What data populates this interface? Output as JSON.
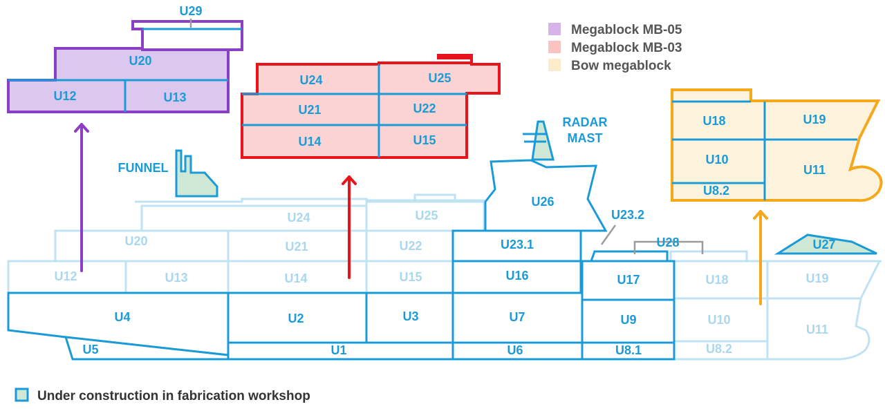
{
  "colors": {
    "blue": "#1a9bd7",
    "pale_blue": "#bfe3f3",
    "pale_text": "#a9d8ee",
    "purple": "#8a3fc4",
    "purple_fill": "#dcc8ee",
    "red": "#e8141b",
    "red_fill": "#fbd3d3",
    "orange": "#f5a81b",
    "orange_fill": "#fdf3dc",
    "green_fill": "#cfe8d6",
    "grey": "#9a9a9a"
  },
  "legend": {
    "items": [
      {
        "label": "Megablock MB-05",
        "color": "#d7b3ea"
      },
      {
        "label": "Megablock MB-03",
        "color": "#fbc2c2"
      },
      {
        "label": "Bow megablock",
        "color": "#fdeccb"
      }
    ]
  },
  "footer": {
    "label": "Under construction in fabrication workshop"
  },
  "labels": {
    "funnel": "FUNNEL",
    "radar_line1": "RADAR",
    "radar_line2": "MAST",
    "u29": "U29",
    "u23_2": "U23.2",
    "u28": "U28",
    "u27": "U27"
  },
  "units": {
    "mb05": [
      "U20",
      "U12",
      "U13"
    ],
    "mb03": [
      "U24",
      "U25",
      "U21",
      "U22",
      "U14",
      "U15"
    ],
    "bow": [
      "U18",
      "U19",
      "U10",
      "U11",
      "U8.2"
    ],
    "ship_pale": [
      "U24",
      "U25",
      "U20",
      "U21",
      "U22",
      "U12",
      "U13",
      "U14",
      "U15",
      "U18",
      "U19",
      "U10",
      "U11",
      "U8.2"
    ],
    "ship_blue": [
      "U26",
      "U23.1",
      "U16",
      "U17",
      "U4",
      "U2",
      "U3",
      "U7",
      "U9",
      "U5",
      "U1",
      "U6",
      "U8.1"
    ]
  }
}
